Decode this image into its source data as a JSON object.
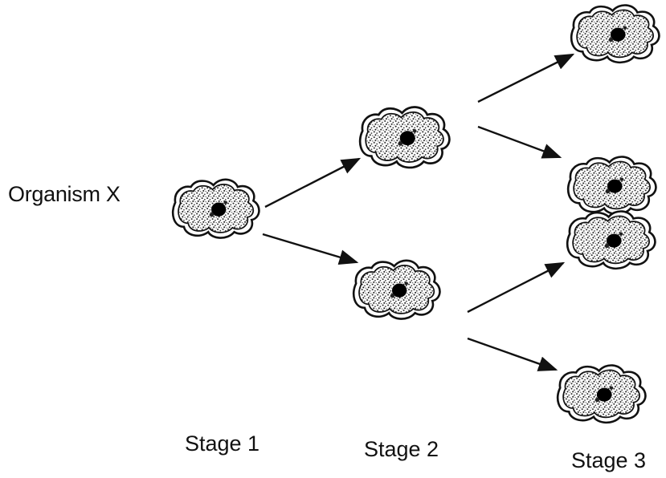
{
  "organism": {
    "label": "Organism X"
  },
  "stages": [
    {
      "label": "Stage 1"
    },
    {
      "label": "Stage 2"
    },
    {
      "label": "Stage 3"
    }
  ],
  "colors": {
    "ink": "#111111",
    "cell_outline": "#111111",
    "cell_fill": "#ffffff",
    "nucleus": "#000000"
  },
  "icons": {
    "cell": "amoeba-cell-icon",
    "arrow": "arrow-right-icon"
  }
}
